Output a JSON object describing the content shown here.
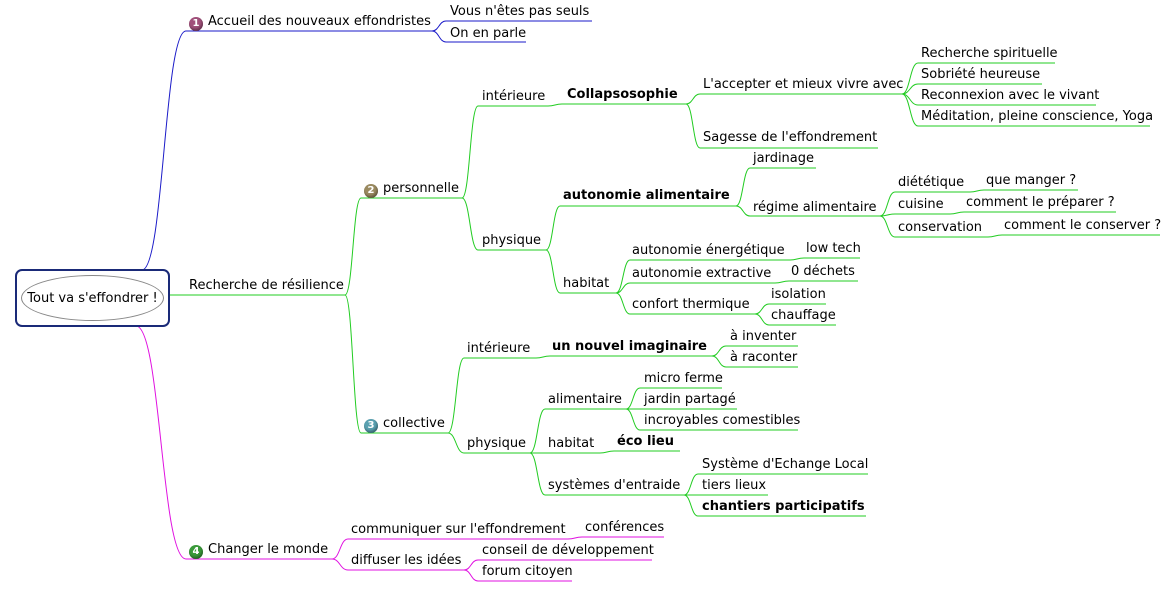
{
  "root": {
    "label": "Tout va s'effondrer !"
  },
  "colors": {
    "blue": "#1a1ac8",
    "green": "#22cc22",
    "magenta": "#e010e0",
    "root_border": "#1a2a78"
  },
  "badges": {
    "b1": "1",
    "b2": "2",
    "b3": "3",
    "b4": "4"
  },
  "badge_colors": {
    "b1": "#a0507a",
    "b2": "#9a8a60",
    "b3": "#5aa0b0",
    "b4": "#3a9a3a"
  },
  "nodes": {
    "accueil": "Accueil des nouveaux effondristes",
    "pas_seuls": "Vous n'êtes pas seuls",
    "on_en_parle": "On en parle",
    "recherche": "Recherche de résilience",
    "personnelle": "personnelle",
    "p_interieure": "intérieure",
    "collapsosophie": "Collapsosophie",
    "accepter": "L'accepter et mieux vivre avec",
    "spirituelle": "Recherche spirituelle",
    "sobriete": "Sobriété heureuse",
    "reconnexion": "Reconnexion avec le vivant",
    "meditation": "Méditation, pleine conscience, Yoga",
    "sagesse": "Sagesse de l'effondrement",
    "p_physique": "physique",
    "autonomie_alim": "autonomie alimentaire",
    "jardinage": "jardinage",
    "regime": "régime alimentaire",
    "dietetique": "diététique",
    "que_manger": "que manger ?",
    "cuisine": "cuisine",
    "preparer": "comment le préparer ?",
    "conservation": "conservation",
    "conserver": "comment le conserver ?",
    "p_habitat": "habitat",
    "auto_energie": "autonomie énergétique",
    "low_tech": "low tech",
    "auto_extractive": "autonomie extractive",
    "zero_dechets": "0 déchets",
    "confort": "confort thermique",
    "isolation": "isolation",
    "chauffage": "chauffage",
    "collective": "collective",
    "c_interieure": "intérieure",
    "imaginaire": "un nouvel imaginaire",
    "inventer": "à inventer",
    "raconter": "à raconter",
    "c_physique": "physique",
    "c_alimentaire": "alimentaire",
    "micro_ferme": "micro ferme",
    "jardin_partage": "jardin partagé",
    "incroyables": "incroyables comestibles",
    "c_habitat": "habitat",
    "eco_lieu": "éco lieu",
    "entraide": "systèmes d'entraide",
    "sel": "Système d'Echange Local",
    "tiers_lieux": "tiers lieux",
    "chantiers": "chantiers participatifs",
    "changer": "Changer le monde",
    "communiquer": "communiquer sur l'effondrement",
    "conferences": "conférences",
    "diffuser": "diffuser les idées",
    "conseil": "conseil de développement",
    "forum": "forum citoyen"
  }
}
